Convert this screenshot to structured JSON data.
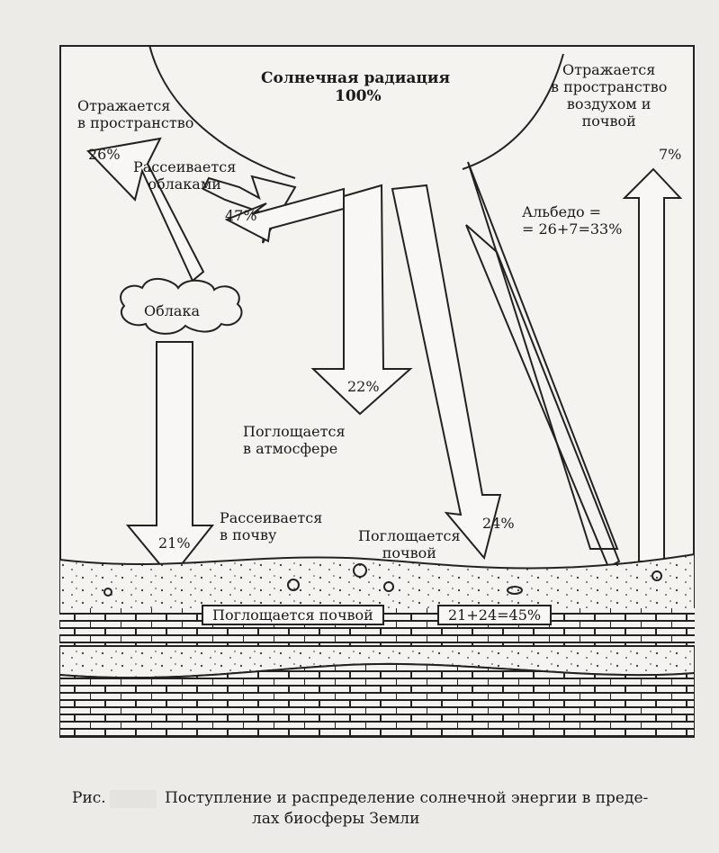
{
  "title": "Солнечная радиация",
  "title_percent": "100%",
  "labels": {
    "reflected_space": "Отражается\nв пространство",
    "reflected_space_pct": "26%",
    "scattered_clouds": "Рассеивается\nоблаками",
    "scattered_clouds_pct": "47%",
    "clouds": "Облака",
    "reflected_air_soil": "Отражается\nв пространство\nвоздухом и\nпочвой",
    "reflected_air_soil_pct": "7%",
    "albedo": "Альбедо =\n= 26+7=33%",
    "absorbed_atmosphere_pct": "22%",
    "absorbed_atmosphere": "Поглощается\nв атмосфере",
    "scattered_soil": "Рассеивается\nв почву",
    "scattered_soil_pct": "21%",
    "absorbed_soil_top": "Поглощается\nпочвой",
    "absorbed_soil_pct": "24%",
    "absorbed_soil_box": "Поглощается почвой",
    "sum_box": "21+24=45%"
  },
  "caption": {
    "prefix": "Рис.",
    "text": "Поступление и распределение солнечной энергии в пределах биосферы Земли",
    "text_line1": "Поступление и распределение солнечной энергии в преде-",
    "text_line2": "лах биосферы Земли"
  }
}
